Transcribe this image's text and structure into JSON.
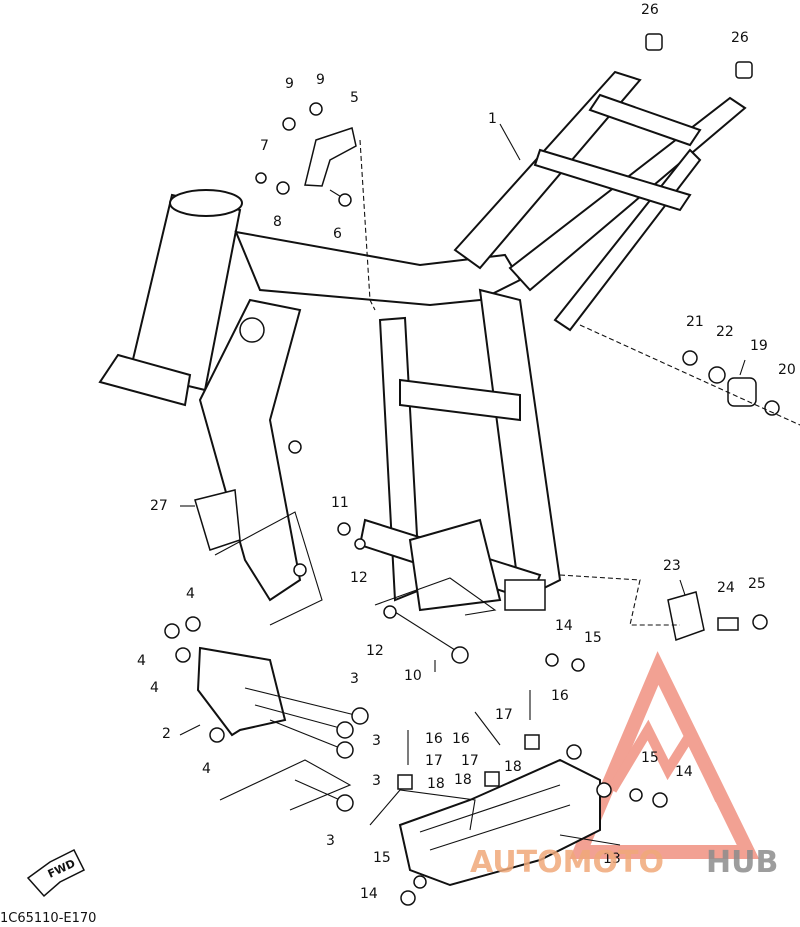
{
  "diagram": {
    "reference_code": "1C65110-E170",
    "direction_arrow_label": "FWD",
    "watermark": {
      "brand_red": "AUTOMOTO",
      "brand_grey": "HUB",
      "color": "#e8553b"
    },
    "callouts": [
      "1",
      "2",
      "3",
      "4",
      "5",
      "6",
      "7",
      "8",
      "9",
      "10",
      "11",
      "12",
      "13",
      "14",
      "15",
      "16",
      "17",
      "18",
      "19",
      "20",
      "21",
      "22",
      "23",
      "24",
      "25",
      "26",
      "27"
    ]
  }
}
